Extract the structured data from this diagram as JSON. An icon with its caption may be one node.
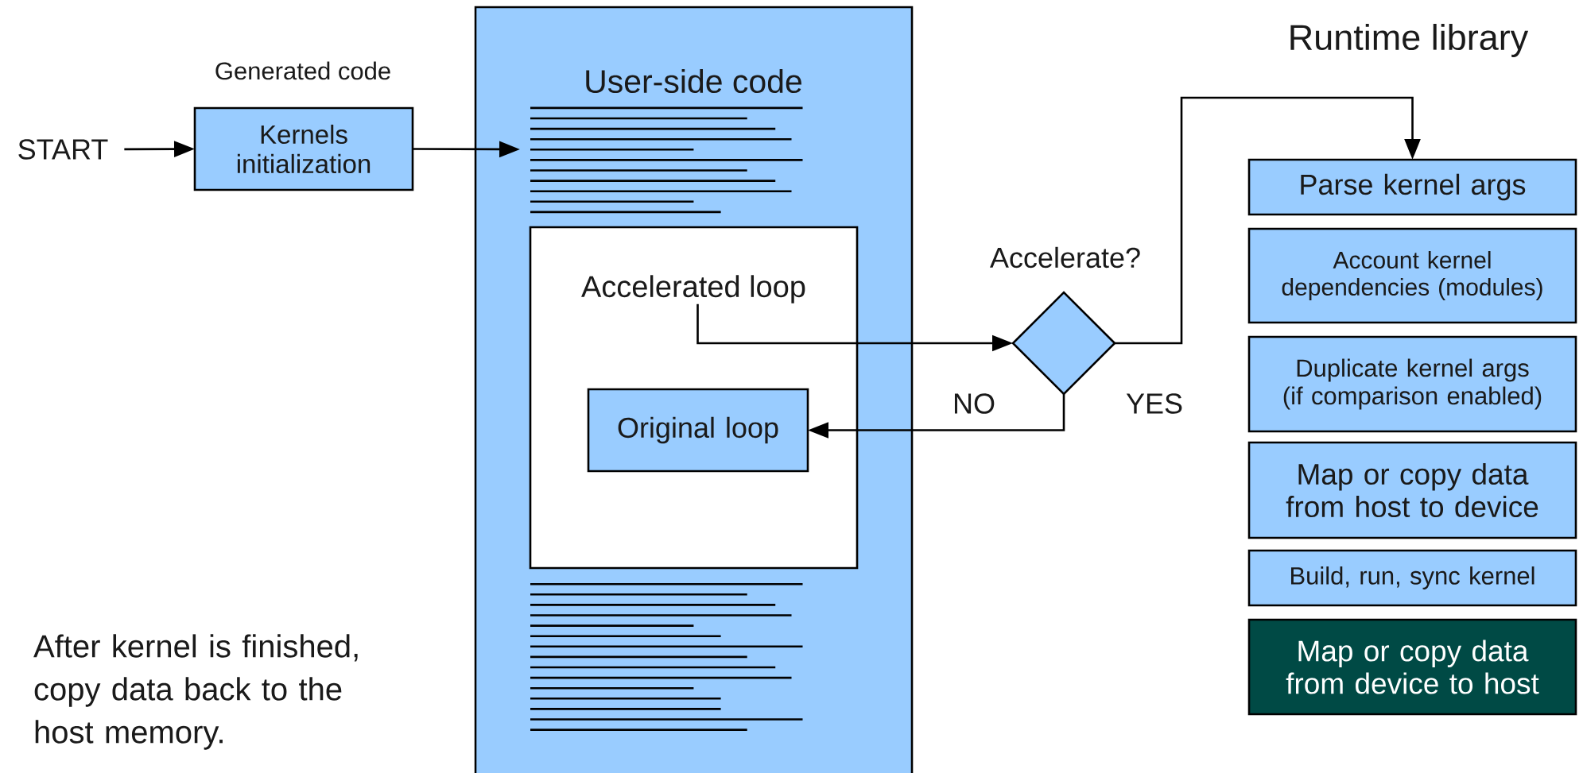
{
  "diagram": {
    "nodes": [
      {
        "text": [
          "START"
        ]
      },
      {
        "text": [
          "Generated code",
          "Kernels initialization"
        ]
      },
      {
        "text": [
          "User-side code"
        ]
      },
      {
        "text": [
          "Accelerated loop"
        ],
        "in": 2
      },
      {
        "text": [
          "Original loop"
        ],
        "in": 3
      },
      {
        "text": [
          "Accelerate?"
        ]
      },
      {
        "text": [
          "Parse kernel args"
        ]
      },
      {
        "text": [
          "Account kernel dependencies (modules)"
        ]
      },
      {
        "text": [
          "Duplicate kernel args (if comparison enabled)"
        ]
      },
      {
        "text": [
          "Map or copy data from host to device"
        ]
      },
      {
        "text": [
          "Build, run, sync kernel"
        ]
      },
      {
        "text": [
          "Map or copy data from device to host"
        ]
      }
    ],
    "edges": [
      {
        "from": 0,
        "to": 1,
        "arrow": "to"
      },
      {
        "from": 1,
        "to": 2,
        "arrow": "to"
      },
      {
        "from": 3,
        "to": 5,
        "arrow": "to"
      },
      {
        "from": 5,
        "to": 4,
        "arrow": "to",
        "label": "NO"
      },
      {
        "from": 5,
        "to": 6,
        "arrow": "to",
        "label": "YES"
      }
    ],
    "labels": [
      "Runtime library",
      "After kernel is finished, copy data back to the host memory."
    ]
  }
}
